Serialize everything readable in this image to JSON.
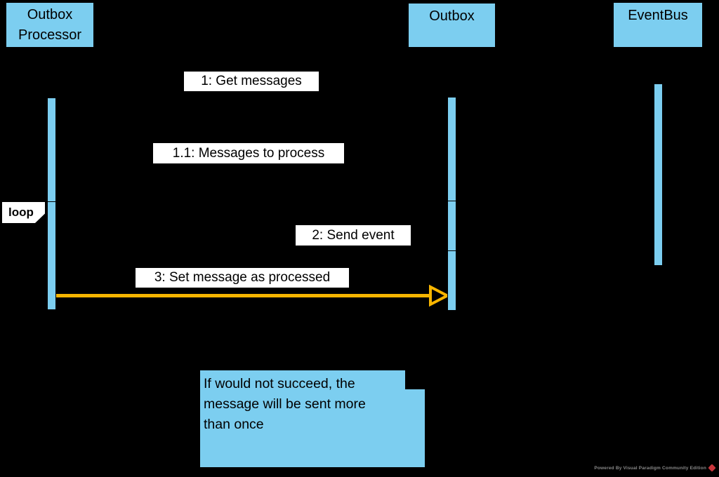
{
  "colors": {
    "background": "#000000",
    "shape-blue": "#7CCEF0",
    "label-bg": "#FFFFFF",
    "text-black": "#000000",
    "highlight-yellow": "#F7B500",
    "watermark-gray": "#8A8A8A",
    "logo-red": "#C9353C"
  },
  "participants": {
    "outbox_processor": {
      "label": "Outbox Processor",
      "line1": "Outbox",
      "line2": "Processor"
    },
    "outbox": {
      "label": "Outbox"
    },
    "eventbus": {
      "label": "EventBus"
    }
  },
  "fragment": {
    "label": "loop"
  },
  "messages": [
    {
      "label": "1: Get messages"
    },
    {
      "label": "1.1: Messages to process"
    },
    {
      "label": "2: Send event"
    },
    {
      "label": "3: Set message as processed"
    }
  ],
  "note": {
    "text": "If would not succeed, the message will be sent more than once",
    "lines": [
      "If would not succeed, the",
      "message will be sent more",
      "than once"
    ]
  },
  "watermark": {
    "text": "Powered By Visual Paradigm Community Edition"
  }
}
